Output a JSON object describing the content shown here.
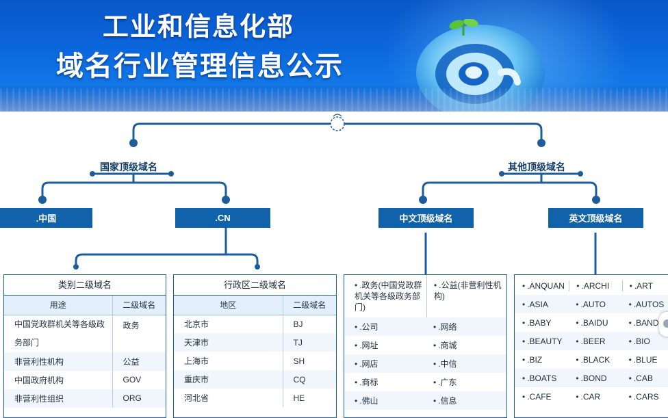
{
  "banner": {
    "title_line1": "工业和信息化部",
    "title_line2": "域名行业管理信息公示"
  },
  "tree": {
    "left_branch": "国家顶级域名",
    "right_branch": "其他顶级域名",
    "nodes": {
      "zhongguo": ".中国",
      "cn": ".CN",
      "chinese": "中文顶级域名",
      "english": "英文顶级域名"
    }
  },
  "category_panel": {
    "title": "类别二级域名",
    "columns": [
      "用途",
      "二级域名"
    ],
    "rows": [
      {
        "use": "中国党政群机关等各级政务部门",
        "domain": "政务"
      },
      {
        "use": "非营利性机构",
        "domain": "公益"
      },
      {
        "use": "中国政府机构",
        "domain": "GOV"
      },
      {
        "use": "非营利性组织",
        "domain": "ORG"
      }
    ]
  },
  "region_panel": {
    "title": "行政区二级域名",
    "columns": [
      "地区",
      "二级域名"
    ],
    "rows": [
      {
        "region": "北京市",
        "domain": "BJ"
      },
      {
        "region": "天津市",
        "domain": "TJ"
      },
      {
        "region": "上海市",
        "domain": "SH"
      },
      {
        "region": "重庆市",
        "domain": "CQ"
      },
      {
        "region": "河北省",
        "domain": "HE"
      }
    ]
  },
  "chinese_panel": {
    "rows": [
      [
        ".政务(中国党政群机关等各级政务部门)",
        ".公益(非营利性机构)"
      ],
      [
        ".公司",
        ".网络"
      ],
      [
        ".网址",
        ".商城"
      ],
      [
        ".网店",
        ".中信"
      ],
      [
        ".商标",
        ".广东"
      ],
      [
        ".佛山",
        ".信息"
      ]
    ]
  },
  "english_panel": {
    "rows": [
      [
        ".ANQUAN",
        ".ARCHI",
        ".ART"
      ],
      [
        ".ASIA",
        ".AUTO",
        ".AUTOS"
      ],
      [
        ".BABY",
        ".BAIDU",
        ".BAND"
      ],
      [
        ".BEAUTY",
        ".BEER",
        ".BIO"
      ],
      [
        ".BIZ",
        ".BLACK",
        ".BLUE"
      ],
      [
        ".BOATS",
        ".BOND",
        ".CAB"
      ],
      [
        ".CAFE",
        ".CAR",
        ".CARS"
      ]
    ]
  },
  "colors": {
    "banner": "#0b67dc",
    "node_box": "#1062aa",
    "line": "#1d5d9b",
    "table_header": "#e3effa"
  }
}
